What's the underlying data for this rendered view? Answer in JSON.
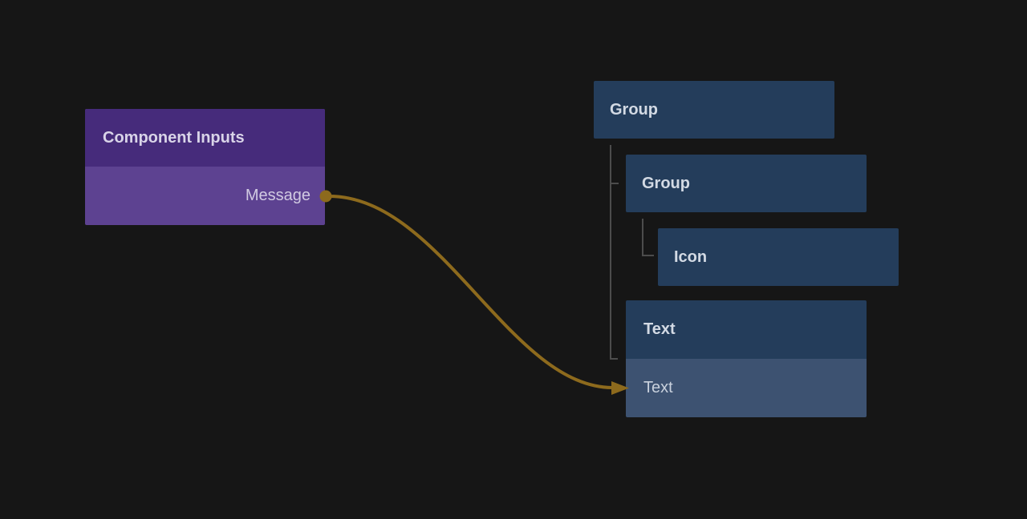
{
  "colors": {
    "background": "#161616",
    "component_header": "#462b7b",
    "component_body": "#5d4291",
    "component_title_text": "#d9d4e8",
    "component_output_text": "#d1cae2",
    "layer_node": "#243d5b",
    "layer_node_text": "#d3dae4",
    "layer_selected_row": "#3d5271",
    "layer_selected_row_text": "#c9d1dd",
    "tree_line": "#4c4c4c",
    "wire": "#8d6a1d"
  },
  "nodes": {
    "component_inputs": {
      "title": "Component Inputs",
      "output_label": "Message"
    },
    "group1": {
      "label": "Group"
    },
    "group2": {
      "label": "Group"
    },
    "icon": {
      "label": "Icon"
    },
    "text": {
      "label": "Text",
      "row_label": "Text"
    }
  },
  "connection": {
    "from_port": "Message",
    "to_row": "Text"
  }
}
